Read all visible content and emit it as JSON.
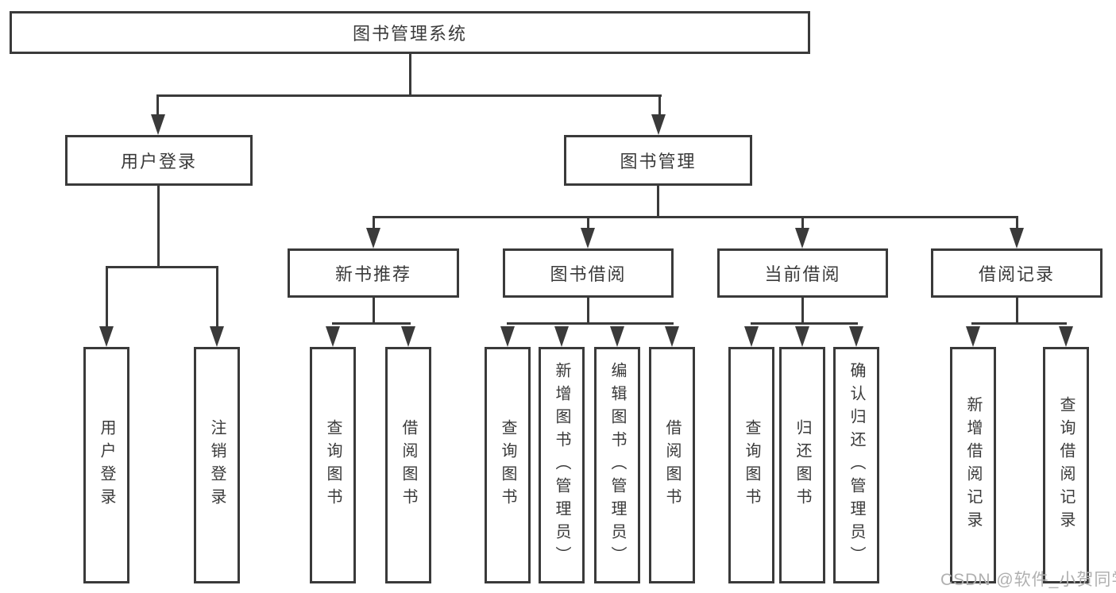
{
  "diagram_title": "图书管理系统",
  "colors": {
    "stroke": "#3a3a3a",
    "background": "#ffffff",
    "watermark": "#b0b0b0"
  },
  "tree": {
    "root": {
      "label": "图书管理系统",
      "children": [
        {
          "label": "用户登录",
          "children": [
            {
              "label": "用户登录"
            },
            {
              "label": "注销登录"
            }
          ]
        },
        {
          "label": "图书管理",
          "children": [
            {
              "label": "新书推荐",
              "children": [
                {
                  "label": "查询图书"
                },
                {
                  "label": "借阅图书"
                }
              ]
            },
            {
              "label": "图书借阅",
              "children": [
                {
                  "label": "查询图书"
                },
                {
                  "label": "新增图书（管理员）"
                },
                {
                  "label": "编辑图书（管理员）"
                },
                {
                  "label": "借阅图书"
                }
              ]
            },
            {
              "label": "当前借阅",
              "children": [
                {
                  "label": "查询图书"
                },
                {
                  "label": "归还图书"
                },
                {
                  "label": "确认归还（管理员）"
                }
              ]
            },
            {
              "label": "借阅记录",
              "children": [
                {
                  "label": "新增借阅记录"
                },
                {
                  "label": "查询借阅记录"
                }
              ]
            }
          ]
        }
      ]
    }
  },
  "watermark": {
    "text": "CSDN @软件_小贺同学"
  }
}
